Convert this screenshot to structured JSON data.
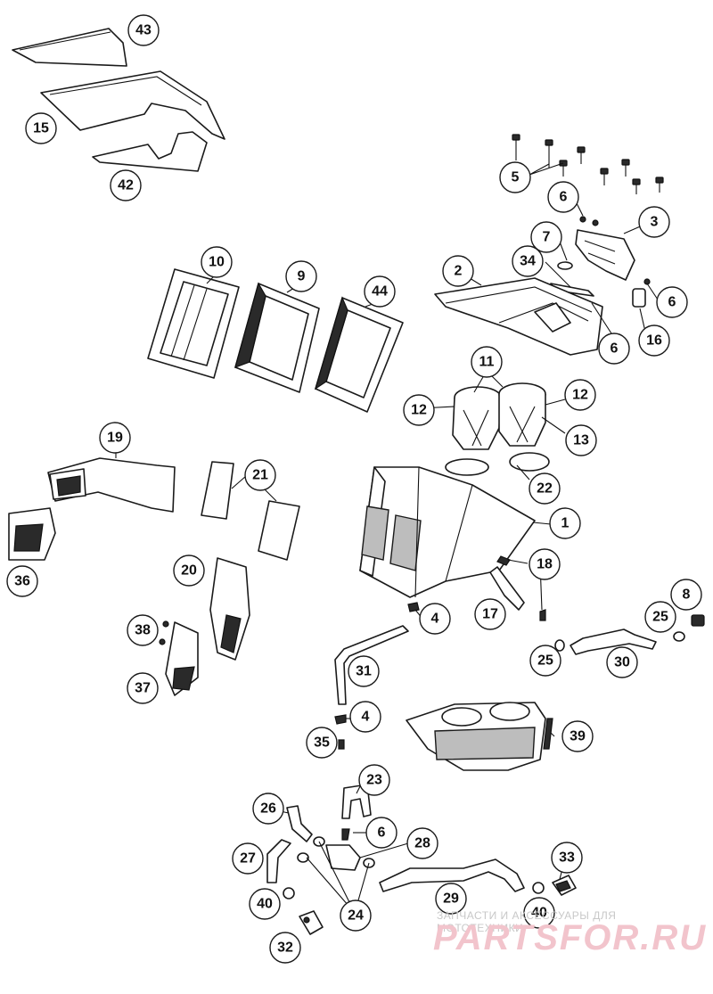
{
  "callouts": [
    {
      "id": "c43",
      "label": "43"
    },
    {
      "id": "c15",
      "label": "15"
    },
    {
      "id": "c42",
      "label": "42"
    },
    {
      "id": "c5",
      "label": "5"
    },
    {
      "id": "c6a",
      "label": "6"
    },
    {
      "id": "c3",
      "label": "3"
    },
    {
      "id": "c7",
      "label": "7"
    },
    {
      "id": "c34",
      "label": "34"
    },
    {
      "id": "c2",
      "label": "2"
    },
    {
      "id": "c6b",
      "label": "6"
    },
    {
      "id": "c16",
      "label": "16"
    },
    {
      "id": "c6c",
      "label": "6"
    },
    {
      "id": "c10",
      "label": "10"
    },
    {
      "id": "c9",
      "label": "9"
    },
    {
      "id": "c44",
      "label": "44"
    },
    {
      "id": "c11",
      "label": "11"
    },
    {
      "id": "c12a",
      "label": "12"
    },
    {
      "id": "c12b",
      "label": "12"
    },
    {
      "id": "c13",
      "label": "13"
    },
    {
      "id": "c19",
      "label": "19"
    },
    {
      "id": "c21",
      "label": "21"
    },
    {
      "id": "c22",
      "label": "22"
    },
    {
      "id": "c1",
      "label": "1"
    },
    {
      "id": "c36",
      "label": "36"
    },
    {
      "id": "c20",
      "label": "20"
    },
    {
      "id": "c18",
      "label": "18"
    },
    {
      "id": "c8",
      "label": "8"
    },
    {
      "id": "c38",
      "label": "38"
    },
    {
      "id": "c4a",
      "label": "4"
    },
    {
      "id": "c17",
      "label": "17"
    },
    {
      "id": "c25a",
      "label": "25"
    },
    {
      "id": "c25b",
      "label": "25"
    },
    {
      "id": "c30",
      "label": "30"
    },
    {
      "id": "c37",
      "label": "37"
    },
    {
      "id": "c31",
      "label": "31"
    },
    {
      "id": "c4b",
      "label": "4"
    },
    {
      "id": "c39",
      "label": "39"
    },
    {
      "id": "c35",
      "label": "35"
    },
    {
      "id": "c23",
      "label": "23"
    },
    {
      "id": "c26",
      "label": "26"
    },
    {
      "id": "c6d",
      "label": "6"
    },
    {
      "id": "c28",
      "label": "28"
    },
    {
      "id": "c27",
      "label": "27"
    },
    {
      "id": "c33",
      "label": "33"
    },
    {
      "id": "c29",
      "label": "29"
    },
    {
      "id": "c40a",
      "label": "40"
    },
    {
      "id": "c24",
      "label": "24"
    },
    {
      "id": "c40b",
      "label": "40"
    },
    {
      "id": "c32",
      "label": "32"
    }
  ],
  "watermark": {
    "line1": "ЗАПЧАСТИ И АКСЕССУАРЫ ДЛЯ МОТОТЕХНИКИ",
    "line2": "PARTSFOR.RU"
  }
}
